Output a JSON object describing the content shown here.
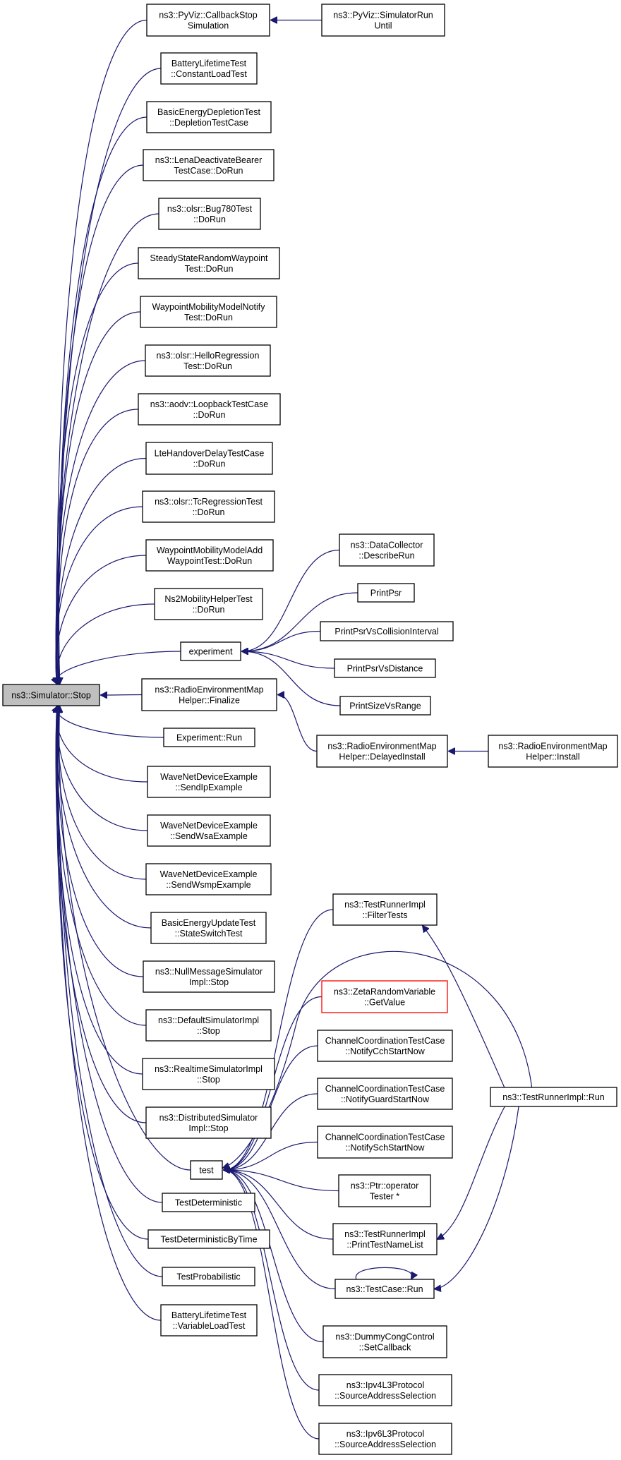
{
  "graph": {
    "root": {
      "lines": [
        "ns3::Simulator::Stop"
      ]
    },
    "nodes": [
      {
        "id": "callbackstop",
        "lines": [
          "ns3::PyViz::CallbackStop",
          "Simulation"
        ]
      },
      {
        "id": "simrununtil",
        "lines": [
          "ns3::PyViz::SimulatorRun",
          "Until"
        ]
      },
      {
        "id": "constload",
        "lines": [
          "BatteryLifetimeTest",
          "::ConstantLoadTest"
        ]
      },
      {
        "id": "depletion",
        "lines": [
          "BasicEnergyDepletionTest",
          "::DepletionTestCase"
        ]
      },
      {
        "id": "lenadeact",
        "lines": [
          "ns3::LenaDeactivateBearer",
          "TestCase::DoRun"
        ]
      },
      {
        "id": "bug780",
        "lines": [
          "ns3::olsr::Bug780Test",
          "::DoRun"
        ]
      },
      {
        "id": "steadystate",
        "lines": [
          "SteadyStateRandomWaypoint",
          "Test::DoRun"
        ]
      },
      {
        "id": "wpnotify",
        "lines": [
          "WaypointMobilityModelNotify",
          "Test::DoRun"
        ]
      },
      {
        "id": "hello",
        "lines": [
          "ns3::olsr::HelloRegression",
          "Test::DoRun"
        ]
      },
      {
        "id": "loopback",
        "lines": [
          "ns3::aodv::LoopbackTestCase",
          "::DoRun"
        ]
      },
      {
        "id": "ltehandover",
        "lines": [
          "LteHandoverDelayTestCase",
          "::DoRun"
        ]
      },
      {
        "id": "tcreg",
        "lines": [
          "ns3::olsr::TcRegressionTest",
          "::DoRun"
        ]
      },
      {
        "id": "wpadd",
        "lines": [
          "WaypointMobilityModelAdd",
          "WaypointTest::DoRun"
        ]
      },
      {
        "id": "ns2mob",
        "lines": [
          "Ns2MobilityHelperTest",
          "::DoRun"
        ]
      },
      {
        "id": "experiment",
        "lines": [
          "experiment"
        ]
      },
      {
        "id": "describerun",
        "lines": [
          "ns3::DataCollector",
          "::DescribeRun"
        ]
      },
      {
        "id": "printpsr",
        "lines": [
          "PrintPsr"
        ]
      },
      {
        "id": "printpsrcoll",
        "lines": [
          "PrintPsrVsCollisionInterval"
        ]
      },
      {
        "id": "printpsrdist",
        "lines": [
          "PrintPsrVsDistance"
        ]
      },
      {
        "id": "printsize",
        "lines": [
          "PrintSizeVsRange"
        ]
      },
      {
        "id": "remfinalize",
        "lines": [
          "ns3::RadioEnvironmentMap",
          "Helper::Finalize"
        ]
      },
      {
        "id": "remdelayed",
        "lines": [
          "ns3::RadioEnvironmentMap",
          "Helper::DelayedInstall"
        ]
      },
      {
        "id": "reminstall",
        "lines": [
          "ns3::RadioEnvironmentMap",
          "Helper::Install"
        ]
      },
      {
        "id": "exprun",
        "lines": [
          "Experiment::Run"
        ]
      },
      {
        "id": "sendip",
        "lines": [
          "WaveNetDeviceExample",
          "::SendIpExample"
        ]
      },
      {
        "id": "sendwsa",
        "lines": [
          "WaveNetDeviceExample",
          "::SendWsaExample"
        ]
      },
      {
        "id": "sendwsmp",
        "lines": [
          "WaveNetDeviceExample",
          "::SendWsmpExample"
        ]
      },
      {
        "id": "stateswitch",
        "lines": [
          "BasicEnergyUpdateTest",
          "::StateSwitchTest"
        ]
      },
      {
        "id": "nullmsg",
        "lines": [
          "ns3::NullMessageSimulator",
          "Impl::Stop"
        ]
      },
      {
        "id": "defaultsim",
        "lines": [
          "ns3::DefaultSimulatorImpl",
          "::Stop"
        ]
      },
      {
        "id": "realtimesim",
        "lines": [
          "ns3::RealtimeSimulatorImpl",
          "::Stop"
        ]
      },
      {
        "id": "distribsim",
        "lines": [
          "ns3::DistributedSimulator",
          "Impl::Stop"
        ]
      },
      {
        "id": "test",
        "lines": [
          "test"
        ]
      },
      {
        "id": "testdet",
        "lines": [
          "TestDeterministic"
        ]
      },
      {
        "id": "testdettime",
        "lines": [
          "TestDeterministicByTime"
        ]
      },
      {
        "id": "testprob",
        "lines": [
          "TestProbabilistic"
        ]
      },
      {
        "id": "varload",
        "lines": [
          "BatteryLifetimeTest",
          "::VariableLoadTest"
        ]
      },
      {
        "id": "filtertests",
        "lines": [
          "ns3::TestRunnerImpl",
          "::FilterTests"
        ]
      },
      {
        "id": "zeta",
        "lines": [
          "ns3::ZetaRandomVariable",
          "::GetValue"
        ]
      },
      {
        "id": "cchstart",
        "lines": [
          "ChannelCoordinationTestCase",
          "::NotifyCchStartNow"
        ]
      },
      {
        "id": "guardstart",
        "lines": [
          "ChannelCoordinationTestCase",
          "::NotifyGuardStartNow"
        ]
      },
      {
        "id": "schstart",
        "lines": [
          "ChannelCoordinationTestCase",
          "::NotifySchStartNow"
        ]
      },
      {
        "id": "ptrop",
        "lines": [
          "ns3::Ptr::operator",
          "Tester *"
        ]
      },
      {
        "id": "printtestname",
        "lines": [
          "ns3::TestRunnerImpl",
          "::PrintTestNameList"
        ]
      },
      {
        "id": "testcaserun",
        "lines": [
          "ns3::TestCase::Run"
        ]
      },
      {
        "id": "dummycong",
        "lines": [
          "ns3::DummyCongControl",
          "::SetCallback"
        ]
      },
      {
        "id": "ipv4src",
        "lines": [
          "ns3::Ipv4L3Protocol",
          "::SourceAddressSelection"
        ]
      },
      {
        "id": "ipv6src",
        "lines": [
          "ns3::Ipv6L3Protocol",
          "::SourceAddressSelection"
        ]
      },
      {
        "id": "runnerrun",
        "lines": [
          "ns3::TestRunnerImpl::Run"
        ]
      }
    ]
  }
}
